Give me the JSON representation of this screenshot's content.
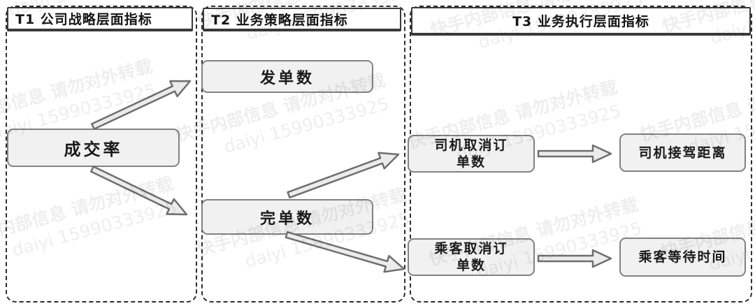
{
  "diagram": {
    "columns": [
      {
        "id": "t1",
        "header": "T1 公司战略层面指标",
        "nodes": [
          {
            "id": "chengjiaolv",
            "label": "成交率"
          }
        ]
      },
      {
        "id": "t2",
        "header": "T2 业务策略层面指标",
        "nodes": [
          {
            "id": "fadanshu",
            "label": "发单数"
          },
          {
            "id": "wandanshu",
            "label": "完单数"
          }
        ]
      },
      {
        "id": "t3",
        "header": "T3 业务执行层面指标",
        "nodes": [
          {
            "id": "siji-quxiao",
            "label": "司机取消订单数"
          },
          {
            "id": "siji-jiejia",
            "label": "司机接驾距离"
          },
          {
            "id": "chengke-quxiao",
            "label": "乘客取消订单数"
          },
          {
            "id": "chengke-dengdai",
            "label": "乘客等待时间"
          }
        ]
      }
    ],
    "edges": [
      {
        "from": "成交率",
        "to": "发单数"
      },
      {
        "from": "成交率",
        "to": "完单数"
      },
      {
        "from": "完单数",
        "to": "司机取消订单数"
      },
      {
        "from": "完单数",
        "to": "乘客取消订单数"
      },
      {
        "from": "司机取消订单数",
        "to": "司机接驾距离"
      },
      {
        "from": "乘客取消订单数",
        "to": "乘客等待时间"
      }
    ]
  },
  "watermark": {
    "line1": "快手内部信息 请勿对外转载",
    "line2": "daiyi 15990333925"
  },
  "colors": {
    "node_fill": "#f1f1f1",
    "node_border": "#828282",
    "arrow_fill": "#ececec",
    "arrow_stroke": "#6e6e6e",
    "frame": "#2e2e2e",
    "header_border": "#3a3a3a",
    "watermark": "rgba(0,0,0,0.065)"
  }
}
